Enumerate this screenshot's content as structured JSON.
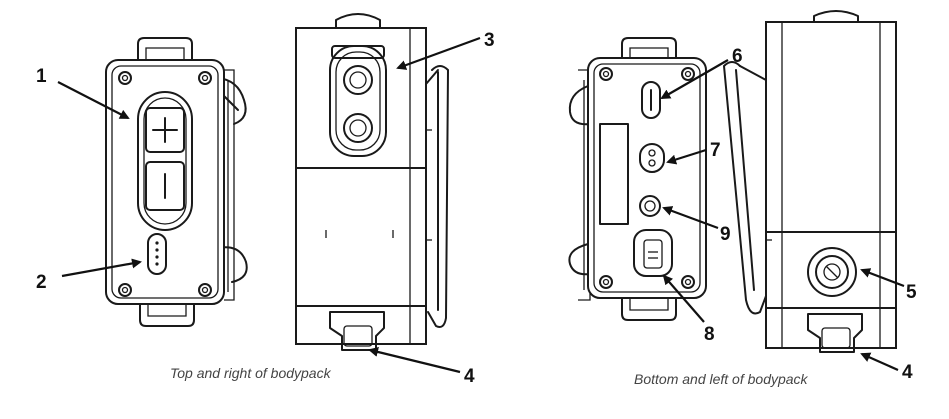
{
  "figure": {
    "captions": {
      "left": "Top and right of bodypack",
      "right": "Bottom and left of bodypack"
    },
    "callouts": [
      "1",
      "2",
      "3",
      "4",
      "5",
      "6",
      "7",
      "8",
      "9",
      "4"
    ]
  },
  "colors": {
    "line": "#1a1a1a",
    "background": "#ffffff",
    "caption": "#444444"
  }
}
